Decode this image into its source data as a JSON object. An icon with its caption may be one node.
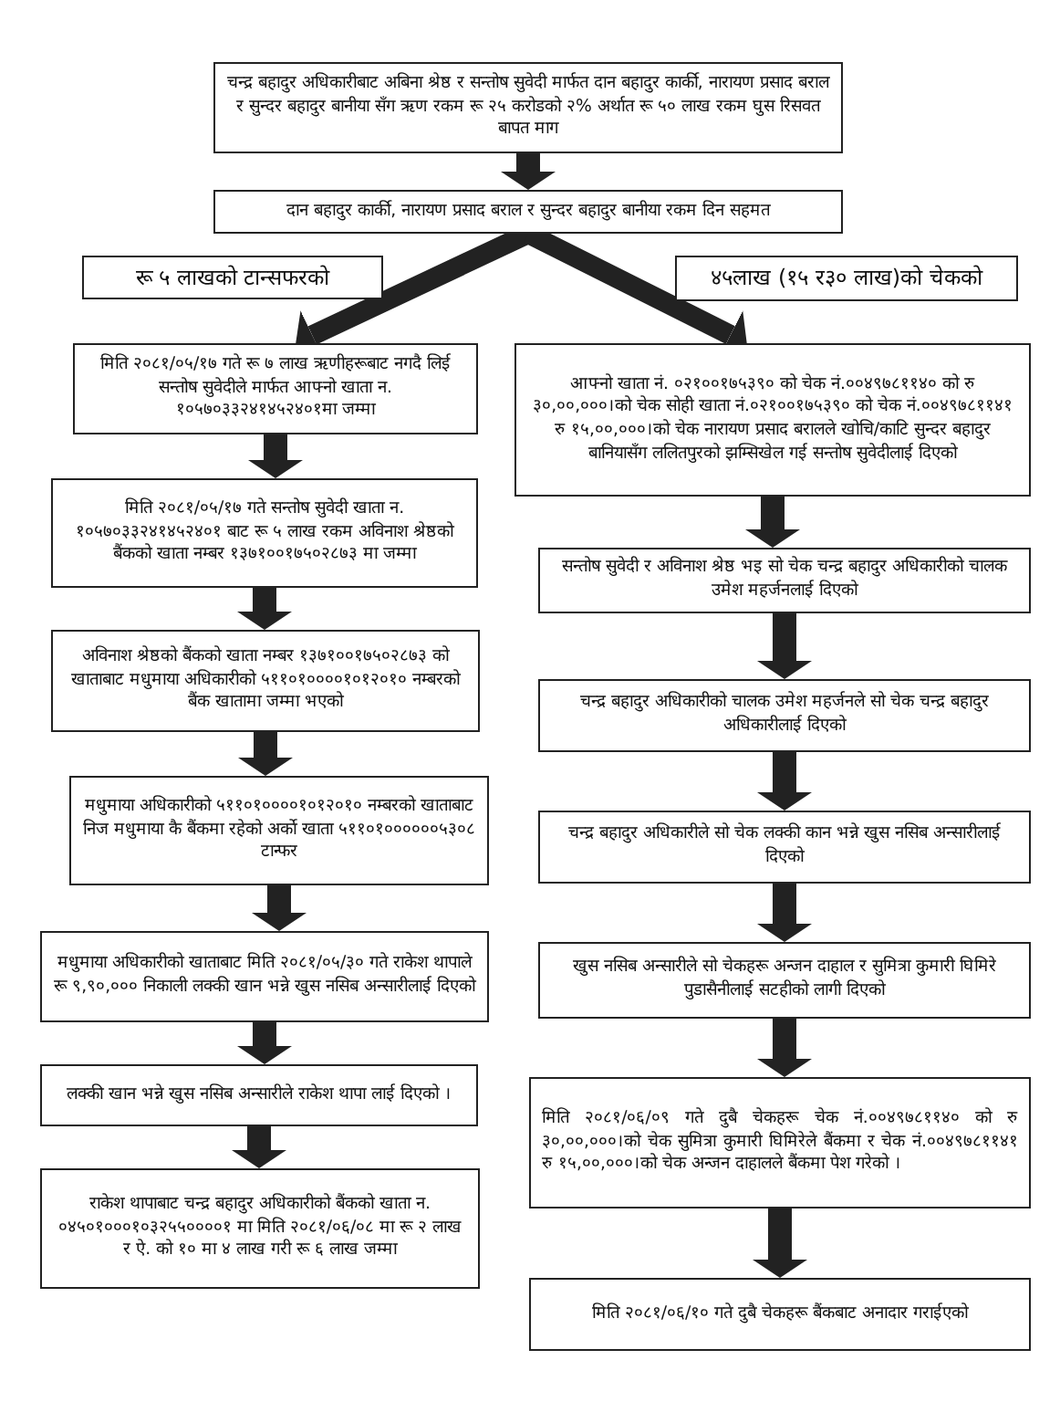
{
  "diagram": {
    "nodes": [
      {
        "text": [
          "चन्द्र बहादुर अधिकारीबाट अबिना श्रेष्ठ र सन्तोष सुवेदी मार्फत दान बहादुर कार्की, नारायण प्रसाद बराल र सुन्दर बहादुर बानीया सँग ऋण रकम रू २५ करोडको २% अर्थात रू ५० लाख रकम घुस रिसवत बापत माग"
        ]
      },
      {
        "text": [
          "दान बहादुर कार्की, नारायण प्रसाद बराल र सुन्दर बहादुर बानीया रकम दिन सहमत"
        ]
      },
      {
        "text": [
          "रू ५ लाखको टान्सफरको"
        ]
      },
      {
        "text": [
          "४५लाख (१५ र३० लाख)को चेकको"
        ]
      },
      {
        "text": [
          "मिति २०८१/०५/१७ गते रू ७ लाख ऋणीहरूबाट नगदै लिई सन्तोष सुवेदीले मार्फत आफ्नो खाता न. १०५७०३३२४१४५२४०१मा जम्मा"
        ]
      },
      {
        "text": [
          "मिति २०८१/०५/१७ गते सन्तोष सुवेदी खाता न. १०५७०३३२४१४५२४०१ बाट रू ५ लाख रकम अविनाश श्रेष्ठको बैंकको खाता नम्बर १३७१००१७५०२८७३ मा जम्मा"
        ]
      },
      {
        "text": [
          "अविनाश श्रेष्ठको बैंकको खाता नम्बर १३७१००१७५०२८७३ को खाताबाट मधुमाया अधिकारीको ५११०१००००१०१२०१० नम्बरको बैंक खातामा जम्मा भएको"
        ]
      },
      {
        "text": [
          "मधुमाया अधिकारीको ५११०१००००१०१२०१० नम्बरको खाताबाट निज मधुमाया कै बैंकमा रहेको अर्को खाता ५११०१००००००५३०८ टान्फर"
        ]
      },
      {
        "text": [
          "मधुमाया अधिकारीको खाताबाट मिति २०८१/०५/३० गते राकेश थापाले रू ९,९०,००० निकाली लक्की खान भन्ने खुस नसिब अन्सारीलाई दिएको"
        ]
      },
      {
        "text": [
          "लक्की खान भन्ने खुस नसिब अन्सारीले राकेश थापा लाई दिएको ।"
        ]
      },
      {
        "text": [
          "राकेश थापाबाट चन्द्र बहादुर अधिकारीको बैंकको खाता न. ०४५०१०००१०३२५५००००१ मा मिति २०८१/०६/०८ मा रू २ लाख र ऐ. को १० मा ४ लाख गरी रू ६ लाख जम्मा"
        ]
      },
      {
        "text": [
          "आफ्नो खाता नं. ०२१००१७५३९० को चेक नं.००४९७८११४० को रु ३०,००,०००।को चेक सोही खाता नं.०२१००१७५३९० को चेक नं.००४९७८११४१ रु १५,००,०००।को चेक नारायण प्रसाद बरालले खोचि/काटि सुन्दर बहादुर बानियासँग ललितपुरको झम्सिखेल गई सन्तोष सुवेदीलाई दिएको"
        ]
      },
      {
        "text": [
          "सन्तोष सुवेदी र अविनाश श्रेष्ठ भइ सो चेक चन्द्र बहादुर अधिकारीको चालक उमेश महर्जनलाई दिएको"
        ]
      },
      {
        "text": [
          "चन्द्र बहादुर अधिकारीको चालक उमेश महर्जनले सो चेक चन्द्र बहादुर अधिकारीलाई दिएको"
        ]
      },
      {
        "text": [
          "चन्द्र बहादुर अधिकारीले सो चेक लक्की कान भन्ने खुस नसिब अन्सारीलाई दिएको"
        ]
      },
      {
        "text": [
          "खुस नसिब अन्सारीले सो चेकहरू अन्जन दाहाल र सुमित्रा कुमारी घिमिरे पुडासैनीलाई सटहीको लागी दिएको"
        ]
      },
      {
        "text": [
          "मिति २०८१/०६/०९ गते दुबै चेकहरू चेक नं.००४९७८११४० को रु ३०,००,०००।को चेक सुमित्रा कुमारी घिमिरेले बैंकमा र चेक नं.००४९७८११४१ रु १५,००,०००।को चेक अन्जन दाहालले बैंकमा पेश गरेको ।"
        ]
      },
      {
        "text": [
          "मिति २०८१/०६/१० गते दुबै चेकहरू बैंकबाट अनादार गराईएको"
        ]
      }
    ],
    "edges": [
      {
        "from": 0,
        "to": 1,
        "arrow": "to"
      },
      {
        "from": 1,
        "to": 4,
        "arrow": "to"
      },
      {
        "from": 1,
        "to": 11,
        "arrow": "to"
      },
      {
        "from": 4,
        "to": 5,
        "arrow": "to"
      },
      {
        "from": 5,
        "to": 6,
        "arrow": "to"
      },
      {
        "from": 6,
        "to": 7,
        "arrow": "to"
      },
      {
        "from": 7,
        "to": 8,
        "arrow": "to"
      },
      {
        "from": 8,
        "to": 9,
        "arrow": "to"
      },
      {
        "from": 9,
        "to": 10,
        "arrow": "to"
      },
      {
        "from": 11,
        "to": 12,
        "arrow": "to"
      },
      {
        "from": 12,
        "to": 13,
        "arrow": "to"
      },
      {
        "from": 13,
        "to": 14,
        "arrow": "to"
      },
      {
        "from": 14,
        "to": 15,
        "arrow": "to"
      },
      {
        "from": 15,
        "to": 16,
        "arrow": "to"
      },
      {
        "from": 16,
        "to": 17,
        "arrow": "to"
      }
    ]
  }
}
